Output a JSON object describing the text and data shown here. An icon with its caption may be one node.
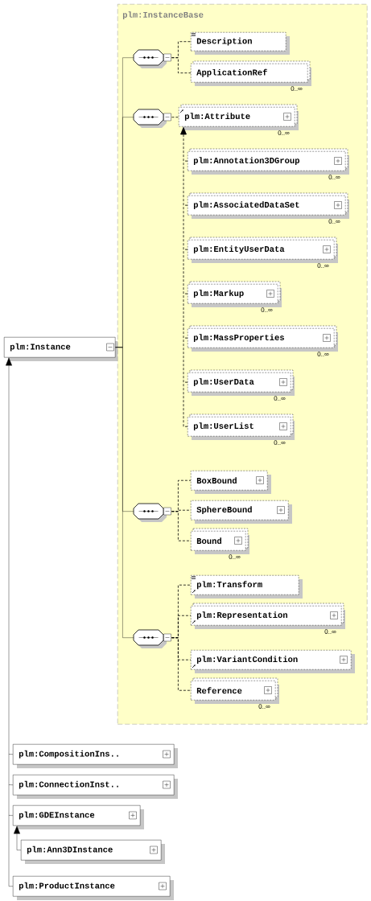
{
  "diagram": {
    "nodes": [
      {
        "text": [
          "plm:Instance"
        ]
      },
      {
        "text": [
          "plm:InstanceBase"
        ]
      },
      {
        "text": [],
        "shape": "octagon",
        "in": 1
      },
      {
        "text": [
          "Description"
        ],
        "in": 1
      },
      {
        "text": [
          "ApplicationRef"
        ],
        "beside": [
          "0..∞"
        ],
        "in": 1
      },
      {
        "text": [],
        "shape": "octagon",
        "in": 1
      },
      {
        "text": [
          "plm:Attribute"
        ],
        "beside": [
          "0..∞"
        ],
        "in": 1
      },
      {
        "text": [
          "plm:Annotation3DGroup"
        ],
        "beside": [
          "0..∞"
        ],
        "in": 1
      },
      {
        "text": [
          "plm:AssociatedDataSet"
        ],
        "beside": [
          "0..∞"
        ],
        "in": 1
      },
      {
        "text": [
          "plm:EntityUserData"
        ],
        "beside": [
          "0..∞"
        ],
        "in": 1
      },
      {
        "text": [
          "plm:Markup"
        ],
        "beside": [
          "0..∞"
        ],
        "in": 1
      },
      {
        "text": [
          "plm:MassProperties"
        ],
        "beside": [
          "0..∞"
        ],
        "in": 1
      },
      {
        "text": [
          "plm:UserData"
        ],
        "beside": [
          "0..∞"
        ],
        "in": 1
      },
      {
        "text": [
          "plm:UserList"
        ],
        "beside": [
          "0..∞"
        ],
        "in": 1
      },
      {
        "text": [],
        "shape": "octagon",
        "in": 1
      },
      {
        "text": [
          "BoxBound"
        ],
        "in": 1
      },
      {
        "text": [
          "SphereBound"
        ],
        "in": 1
      },
      {
        "text": [
          "Bound"
        ],
        "beside": [
          "0..∞"
        ],
        "in": 1
      },
      {
        "text": [],
        "shape": "octagon",
        "in": 1
      },
      {
        "text": [
          "plm:Transform"
        ],
        "in": 1
      },
      {
        "text": [
          "plm:Representation"
        ],
        "beside": [
          "0..∞"
        ],
        "in": 1
      },
      {
        "text": [
          "plm:VariantCondition"
        ],
        "in": 1
      },
      {
        "text": [
          "Reference"
        ],
        "beside": [
          "0..∞"
        ],
        "in": 1
      },
      {
        "text": [
          "plm:CompositionIns.."
        ]
      },
      {
        "text": [
          "plm:ConnectionInst.."
        ]
      },
      {
        "text": [
          "plm:GDEInstance"
        ]
      },
      {
        "text": [
          "plm:Ann3DInstance"
        ]
      },
      {
        "text": [
          "plm:ProductInstance"
        ]
      }
    ],
    "edges": [
      {
        "from": 0,
        "to": 2,
        "arrow": "none"
      },
      {
        "from": 0,
        "to": 5,
        "arrow": "none"
      },
      {
        "from": 0,
        "to": 14,
        "arrow": "none"
      },
      {
        "from": 0,
        "to": 18,
        "arrow": "none"
      },
      {
        "from": 2,
        "to": 3,
        "arrow": "none",
        "style": "dashed"
      },
      {
        "from": 2,
        "to": 4,
        "arrow": "none",
        "style": "dashed"
      },
      {
        "from": 5,
        "to": 6,
        "arrow": "none",
        "style": "dashed"
      },
      {
        "from": 7,
        "to": 6,
        "arrow": "to",
        "style": "dashed"
      },
      {
        "from": 8,
        "to": 6,
        "arrow": "to",
        "style": "dashed"
      },
      {
        "from": 9,
        "to": 6,
        "arrow": "to",
        "style": "dashed"
      },
      {
        "from": 10,
        "to": 6,
        "arrow": "to",
        "style": "dashed"
      },
      {
        "from": 11,
        "to": 6,
        "arrow": "to",
        "style": "dashed"
      },
      {
        "from": 12,
        "to": 6,
        "arrow": "to",
        "style": "dashed"
      },
      {
        "from": 13,
        "to": 6,
        "arrow": "to",
        "style": "dashed"
      },
      {
        "from": 14,
        "to": 15,
        "arrow": "none",
        "style": "dashed"
      },
      {
        "from": 14,
        "to": 16,
        "arrow": "none",
        "style": "dashed"
      },
      {
        "from": 14,
        "to": 17,
        "arrow": "none",
        "style": "dashed"
      },
      {
        "from": 18,
        "to": 19,
        "arrow": "none",
        "style": "dashed"
      },
      {
        "from": 18,
        "to": 20,
        "arrow": "none",
        "style": "dashed"
      },
      {
        "from": 18,
        "to": 21,
        "arrow": "none",
        "style": "dashed"
      },
      {
        "from": 18,
        "to": 22,
        "arrow": "none",
        "style": "dashed"
      },
      {
        "from": 23,
        "to": 0,
        "arrow": "to"
      },
      {
        "from": 24,
        "to": 0,
        "arrow": "to"
      },
      {
        "from": 25,
        "to": 0,
        "arrow": "to"
      },
      {
        "from": 26,
        "to": 25,
        "arrow": "to"
      },
      {
        "from": 27,
        "to": 0,
        "arrow": "to"
      }
    ]
  }
}
